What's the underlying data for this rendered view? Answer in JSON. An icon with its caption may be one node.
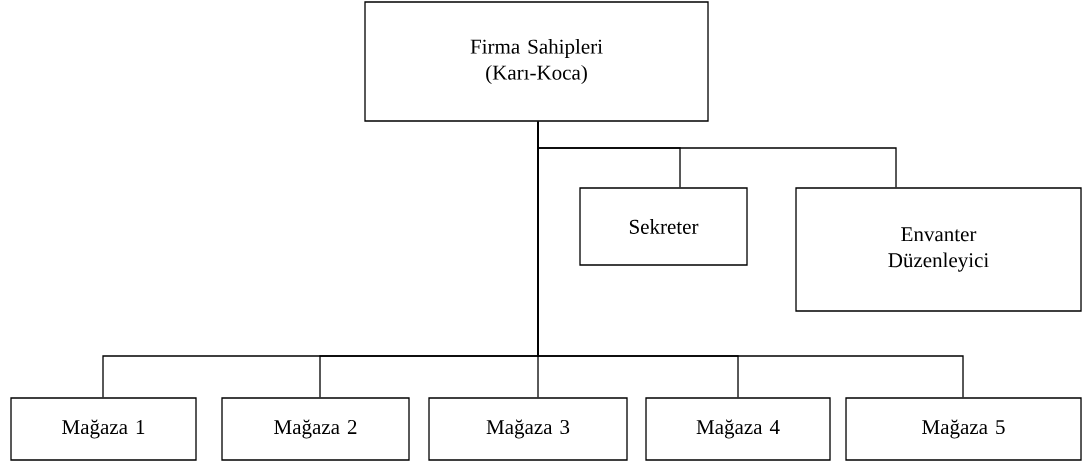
{
  "diagram": {
    "nodes": [
      {
        "text": [
          "Firma Sahipleri (Karı-Koca)"
        ]
      },
      {
        "text": [
          "Sekreter"
        ]
      },
      {
        "text": [
          "Envanter Düzenleyici"
        ]
      },
      {
        "text": [
          "Mağaza 1"
        ]
      },
      {
        "text": [
          "Mağaza 2"
        ]
      },
      {
        "text": [
          "Mağaza 3"
        ]
      },
      {
        "text": [
          "Mağaza 4"
        ]
      },
      {
        "text": [
          "Mağaza 5"
        ]
      }
    ],
    "edges": [
      {
        "from": 0,
        "to": 1,
        "arrow": "none"
      },
      {
        "from": 0,
        "to": 2,
        "arrow": "none"
      },
      {
        "from": 0,
        "to": 3,
        "arrow": "none"
      },
      {
        "from": 0,
        "to": 4,
        "arrow": "none"
      },
      {
        "from": 0,
        "to": 5,
        "arrow": "none"
      },
      {
        "from": 0,
        "to": 6,
        "arrow": "none"
      },
      {
        "from": 0,
        "to": 7,
        "arrow": "none"
      }
    ]
  }
}
